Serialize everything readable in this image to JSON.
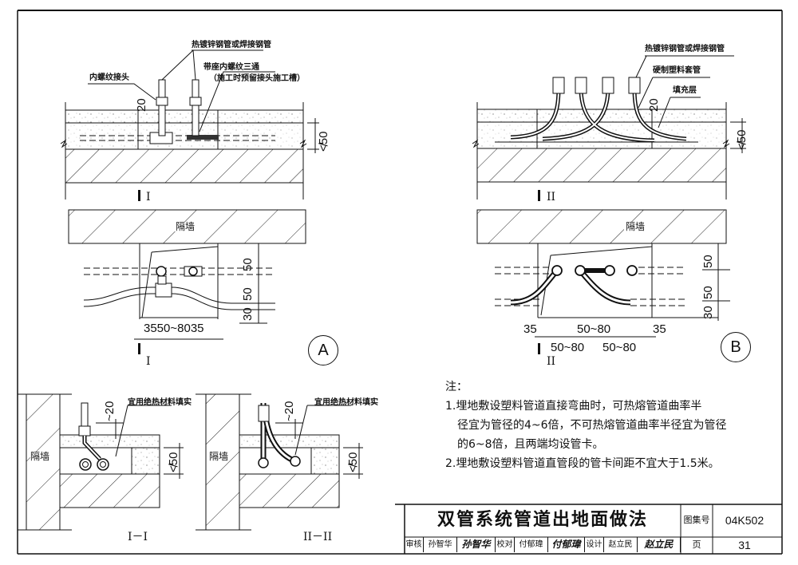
{
  "drawing": {
    "title": "双管系统管道出地面做法",
    "atlas_label": "图集号",
    "atlas_number": "04K502",
    "page_label": "页",
    "page_number": "31",
    "signoff": [
      {
        "role": "审核",
        "name": "孙智华",
        "signature": "孙智华"
      },
      {
        "role": "校对",
        "name": "付郁瑋",
        "signature": "付郁瑋"
      },
      {
        "role": "设计",
        "name": "赵立民",
        "signature": "赵立民"
      }
    ]
  },
  "detail_a": {
    "marker": "A",
    "labels": {
      "pipe": "热镀锌钢管或焊接钢管",
      "tee": "带座内螺纹三通",
      "tee_note": "（施工时预留接头施工槽）",
      "inner_thread": "内螺纹接头",
      "wall": "隔墙"
    },
    "dims": {
      "top_20": "20",
      "top_50": "≮50",
      "plan_right": [
        "50",
        "50",
        "30"
      ],
      "plan_bottom": "3550~8035"
    },
    "section_mark": "I"
  },
  "detail_b": {
    "marker": "B",
    "labels": {
      "pipe": "热镀锌钢管或焊接钢管",
      "sleeve": "硬制塑料套管",
      "fill": "填充层",
      "wall": "隔墙"
    },
    "dims": {
      "top_20": "20",
      "top_50": "≮50",
      "plan_right": [
        "50",
        "50",
        "30"
      ],
      "plan_bottom_top": [
        "35",
        "50~80",
        "35"
      ],
      "plan_bottom_lower": [
        "50~80",
        "50~80"
      ]
    },
    "section_mark": "II"
  },
  "section_1": {
    "name": "I－I",
    "wall": "隔墙",
    "fill_note": "宜用绝热材料填实",
    "dim_20": "~20",
    "dim_50": "≮50"
  },
  "section_2": {
    "name": "II－II",
    "wall": "隔墙",
    "fill_note": "宜用绝热材料填实",
    "dim_20": "~20",
    "dim_50": "≮50"
  },
  "notes": {
    "heading": "注：",
    "items": [
      "1.埋地敷设塑料管道直接弯曲时，可热熔管道曲率半",
      "径宜为管径的4~6倍，不可热熔管道曲率半径宜为管径",
      "的6~8倍，且两端均设管卡。",
      "2.埋地敷设塑料管道直管段的管卡间距不宜大于1.5米。"
    ]
  }
}
